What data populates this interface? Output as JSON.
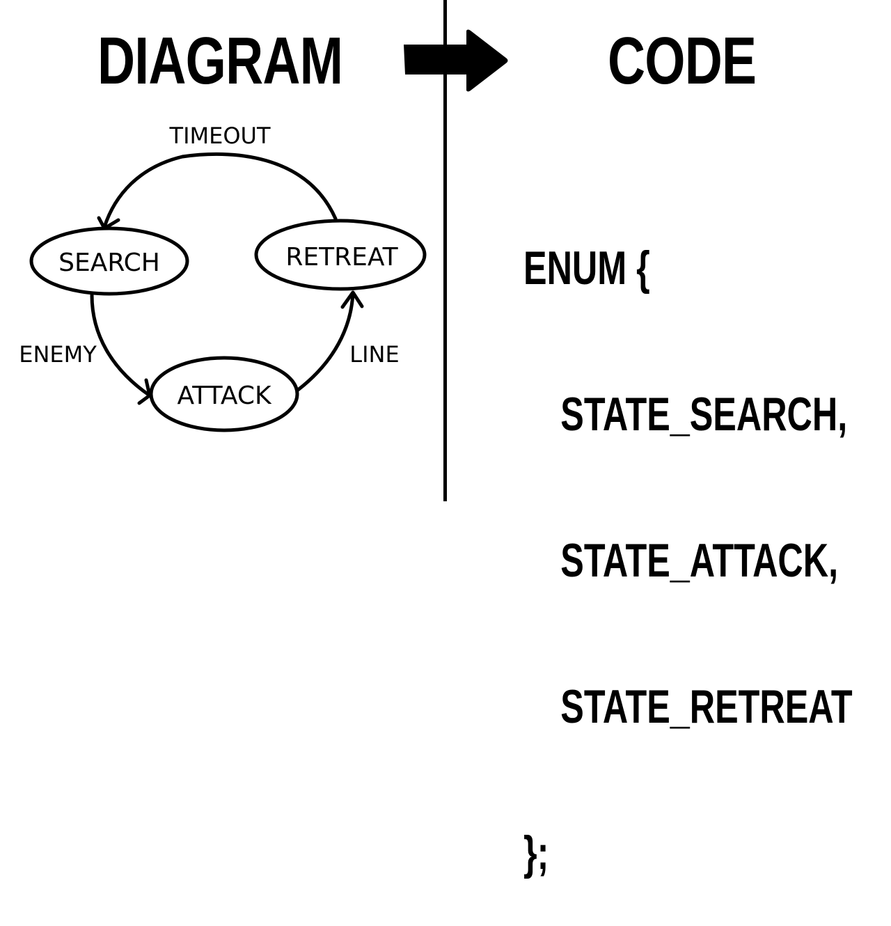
{
  "header": {
    "left_title": "DIAGRAM",
    "right_title": "CODE",
    "arrow_icon": "right-arrow-icon"
  },
  "diagram": {
    "type": "state-machine",
    "states": [
      {
        "id": "search",
        "label": "SEARCH"
      },
      {
        "id": "retreat",
        "label": "RETREAT"
      },
      {
        "id": "attack",
        "label": "ATTACK"
      }
    ],
    "transitions": [
      {
        "from": "retreat",
        "to": "search",
        "label": "TIMEOUT"
      },
      {
        "from": "search",
        "to": "attack",
        "label": "ENEMY"
      },
      {
        "from": "attack",
        "to": "retreat",
        "label": "LINE"
      }
    ]
  },
  "code": {
    "lines": [
      "ENUM {",
      "STATE_SEARCH,",
      "STATE_ATTACK,",
      "STATE_RETREAT",
      "};"
    ]
  },
  "colors": {
    "background": "#ffffff",
    "ink": "#000000"
  }
}
